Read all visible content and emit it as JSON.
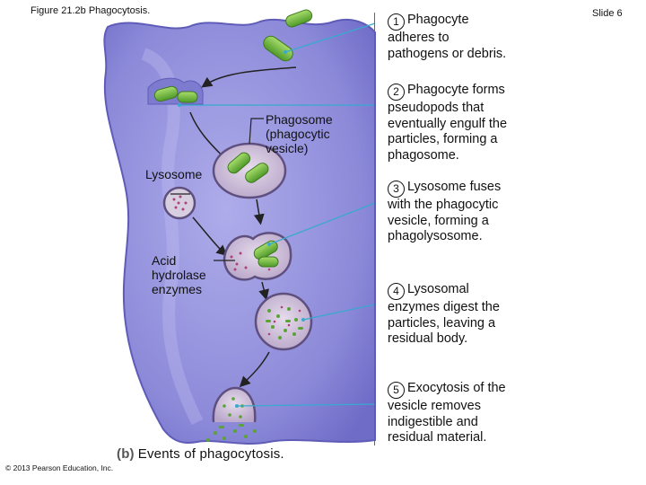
{
  "header": {
    "figure_title": "Figure 21.2b  Phagocytosis.",
    "slide_label": "Slide 6"
  },
  "labels": {
    "phagosome": [
      "Phagosome",
      "(phagocytic",
      "vesicle)"
    ],
    "lysosome": "Lysosome",
    "acid": [
      "Acid",
      "hydrolase",
      "enzymes"
    ]
  },
  "steps": [
    {
      "num": "1",
      "lines": [
        "Phagocyte",
        "adheres to",
        "pathogens or debris."
      ]
    },
    {
      "num": "2",
      "lines": [
        "Phagocyte forms",
        "pseudopods that",
        "eventually engulf the",
        "particles, forming a",
        "phagosome."
      ]
    },
    {
      "num": "3",
      "lines": [
        "Lysosome fuses",
        "with the phagocytic",
        "vesicle, forming a",
        "phagolysosome."
      ]
    },
    {
      "num": "4",
      "lines": [
        "Lysosomal",
        "enzymes digest the",
        "particles, leaving a",
        "residual body."
      ]
    },
    {
      "num": "5",
      "lines": [
        "Exocytosis of the",
        "vesicle removes",
        "indigestible and",
        "residual material."
      ]
    }
  ],
  "caption": {
    "part": "(b)",
    "text": "Events of phagocytosis."
  },
  "copyright": "© 2013 Pearson Education, Inc.",
  "colors": {
    "cell": "#8a88d6",
    "cell_light": "#b7b6ea",
    "bacteria": "#7cc24a",
    "vesicle": "#cdbcd9",
    "enzyme": "#b0407a"
  }
}
